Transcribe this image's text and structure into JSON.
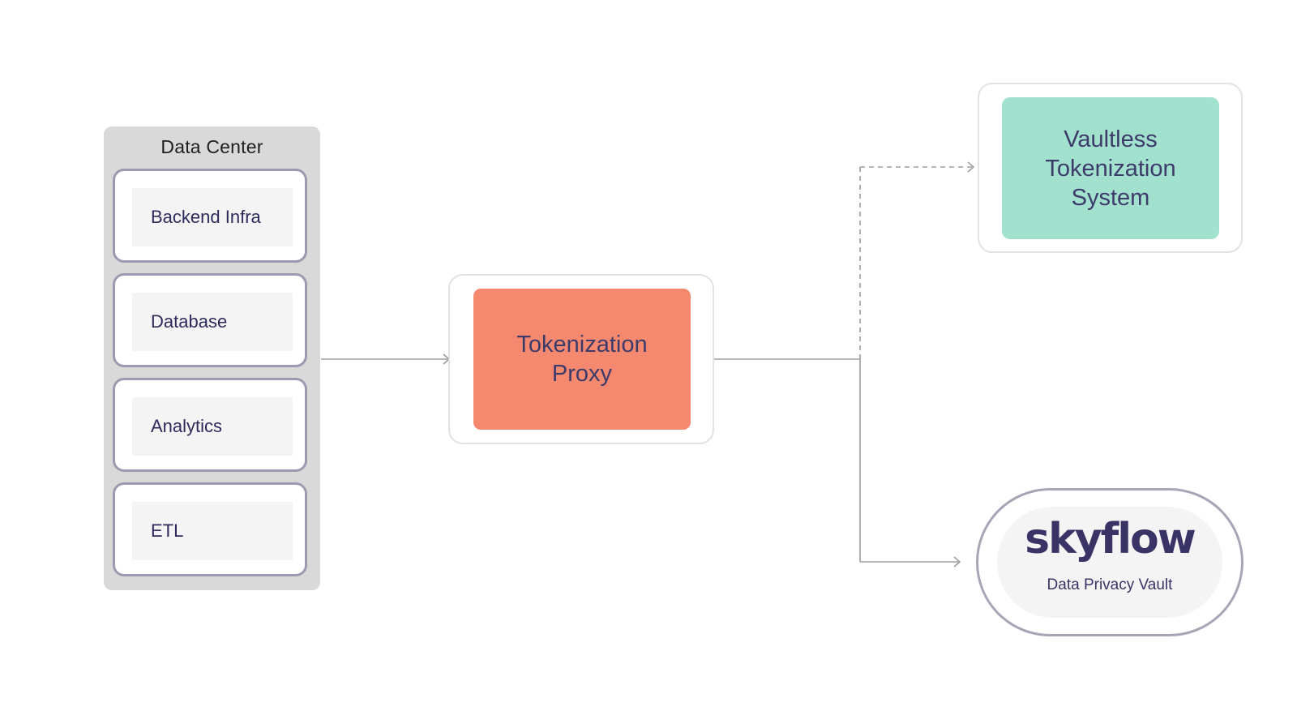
{
  "data_center": {
    "title": "Data Center",
    "items": [
      {
        "label": "Backend Infra"
      },
      {
        "label": "Database"
      },
      {
        "label": "Analytics"
      },
      {
        "label": "ETL"
      }
    ]
  },
  "proxy": {
    "line1": "Tokenization",
    "line2": "Proxy"
  },
  "vaultless": {
    "line1": "Vaultless",
    "line2": "Tokenization",
    "line3": "System"
  },
  "skyflow": {
    "logo_text": "skyflow",
    "subtitle": "Data Privacy Vault"
  },
  "colors": {
    "proxy_fill": "#f5896f",
    "vaultless_fill": "#a1e1ce",
    "panel_fill": "#d9d9d9",
    "text_dark": "#3d3b6a",
    "connector": "#9d9d9d"
  }
}
